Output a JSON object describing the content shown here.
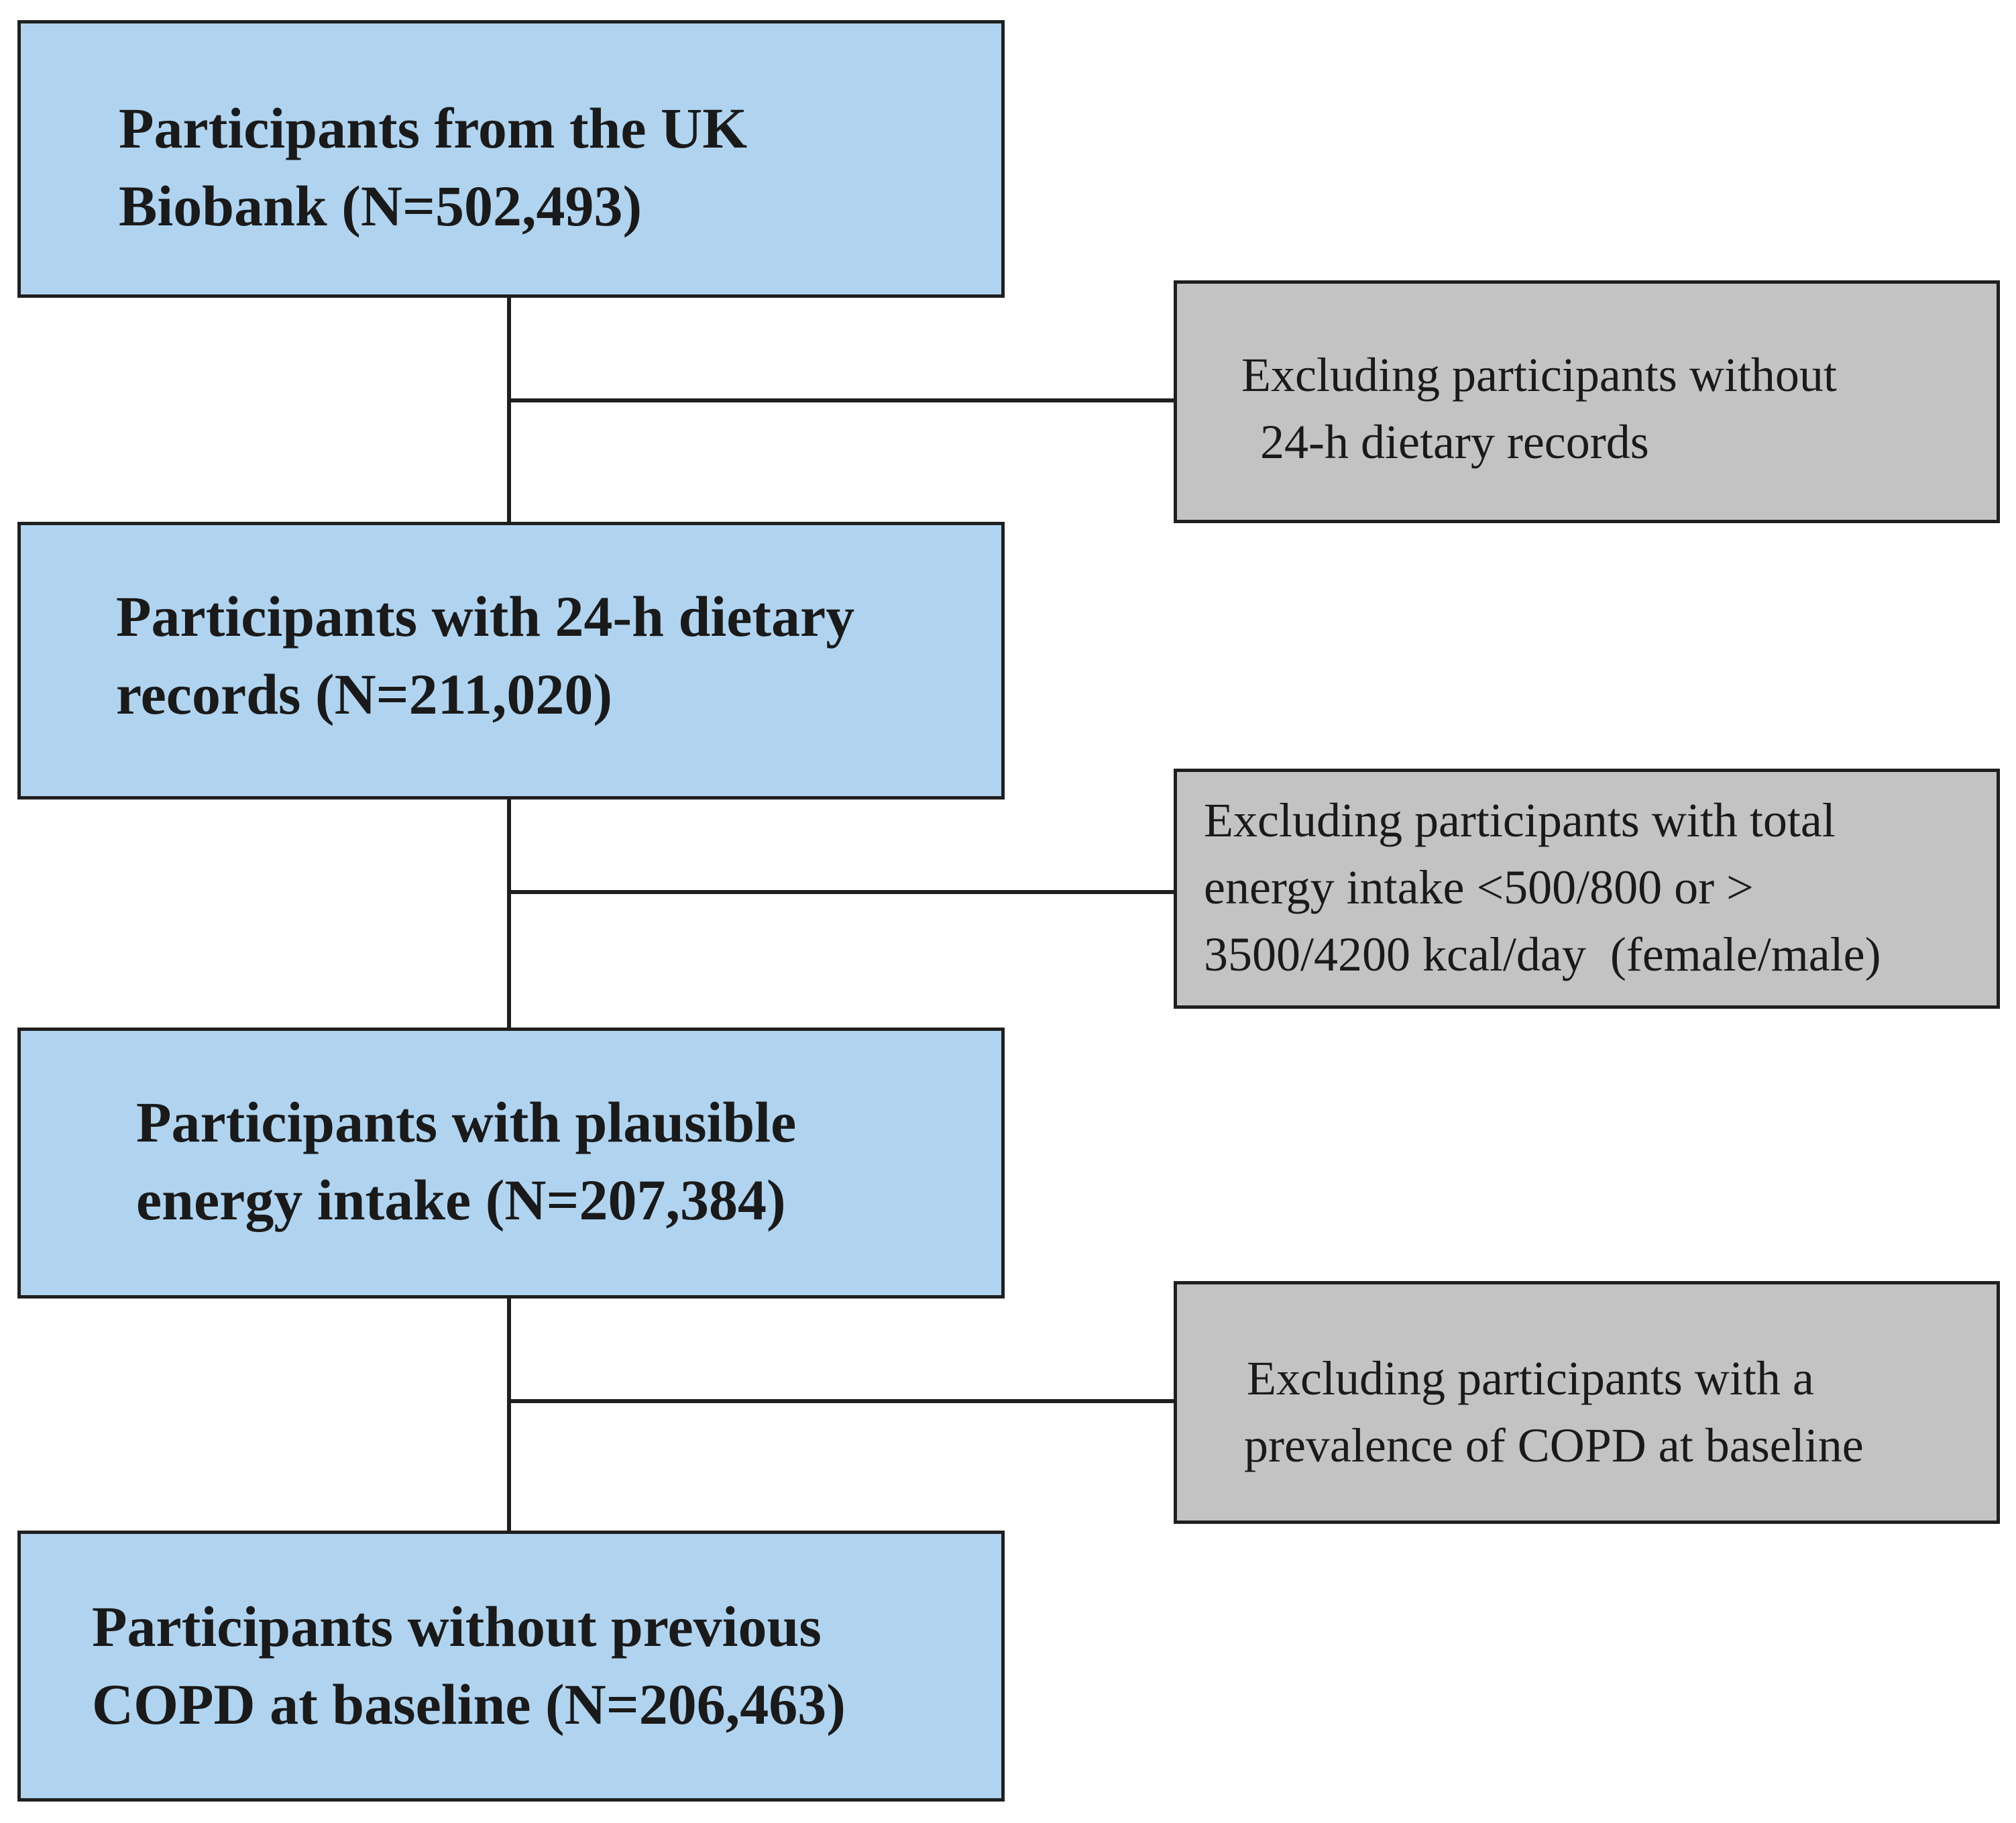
{
  "flow": {
    "main_boxes": [
      {
        "lines": [
          "Participants from the UK",
          "Biobank (N=502,493)"
        ]
      },
      {
        "lines": [
          "Participants with 24-h dietary",
          "records (N=211,020)"
        ]
      },
      {
        "lines": [
          "Participants with plausible",
          "energy intake (N=207,384)"
        ]
      },
      {
        "lines": [
          "Participants without previous",
          "COPD at baseline (N=206,463)"
        ]
      }
    ],
    "exclusion_boxes": [
      {
        "lines": [
          "Excluding participants without",
          "24-h dietary records"
        ]
      },
      {
        "lines": [
          "Excluding participants with total",
          "energy intake <500/800 or >",
          "3500/4200 kcal/day  (female/male)"
        ]
      },
      {
        "lines": [
          "Excluding participants with a",
          "prevalence of COPD at baseline"
        ]
      }
    ]
  }
}
